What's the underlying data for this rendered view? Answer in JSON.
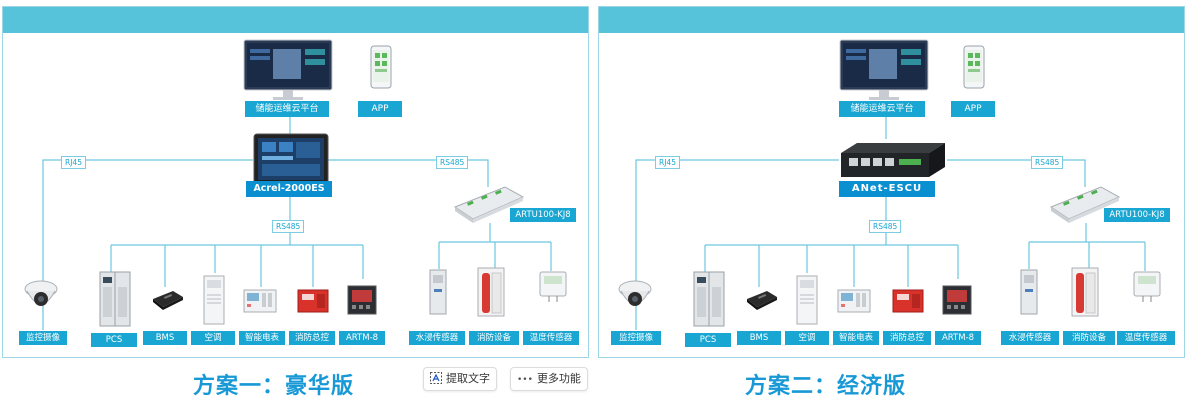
{
  "scheme_a": {
    "cloud_label": "储能运维云平台",
    "app_label": "APP",
    "gateway_label": "Acrel-2000ES",
    "rj45": "RJ45",
    "rs485_right": "RS485",
    "rs485_bus": "RS485",
    "artu_label": "ARTU100-KJ8",
    "devices": [
      "监控摄像",
      "PCS",
      "BMS",
      "空调",
      "智能电表",
      "消防总控",
      "ARTM-8",
      "水浸传感器",
      "消防设备",
      "温度传感器"
    ],
    "title": "方案一：豪华版"
  },
  "scheme_b": {
    "cloud_label": "储能运维云平台",
    "app_label": "APP",
    "gateway_label": "ANet-ESCU",
    "rj45": "RJ45",
    "rs485_right": "RS485",
    "rs485_bus": "RS485",
    "artu_label": "ARTU100-KJ8",
    "devices": [
      "监控摄像",
      "PCS",
      "BMS",
      "空调",
      "智能电表",
      "消防总控",
      "ARTM-8",
      "水浸传感器",
      "消防设备",
      "温度传感器"
    ],
    "title": "方案二：经济版"
  },
  "toolbar": {
    "extract_text": "提取文字",
    "more_features": "更多功能",
    "extract_icon": "text-extract-icon",
    "more_icon": "ellipsis-icon"
  },
  "colors": {
    "header": "#56c3da",
    "label_bg": "#1aa6d2",
    "wire": "#6cc6de",
    "title": "#1899d6"
  }
}
